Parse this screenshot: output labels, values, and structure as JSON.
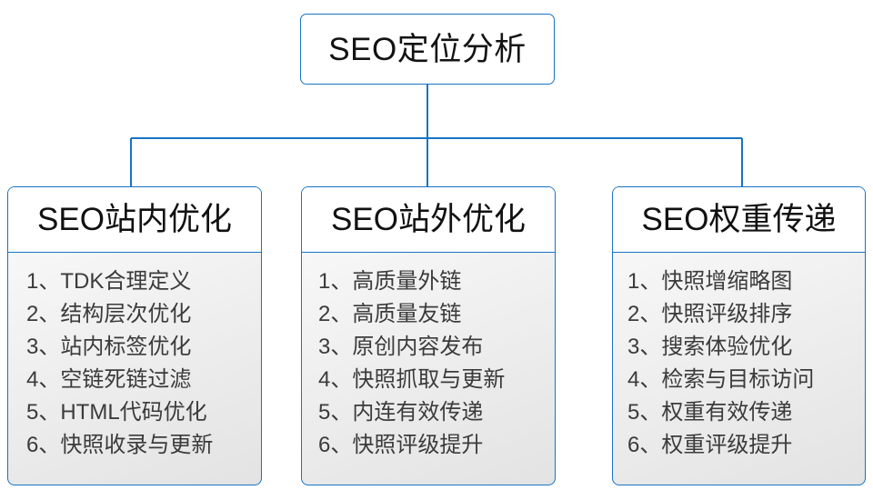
{
  "diagram": {
    "title_node": {
      "label": "SEO定位分析"
    },
    "accent_color": "#1874c4",
    "text_color": "#131313",
    "list_text_color": "#3b3b3b",
    "branches": [
      {
        "title": "SEO站内优化",
        "items": [
          "1、TDK合理定义",
          "2、结构层次优化",
          "3、站内标签优化",
          "4、空链死链过滤",
          "5、HTML代码优化",
          "6、快照收录与更新"
        ]
      },
      {
        "title": "SEO站外优化",
        "items": [
          "1、高质量外链",
          "2、高质量友链",
          "3、原创内容发布",
          "4、快照抓取与更新",
          "5、内连有效传递",
          "6、快照评级提升"
        ]
      },
      {
        "title": "SEO权重传递",
        "items": [
          "1、快照增缩略图",
          "2、快照评级排序",
          "3、搜索体验优化",
          "4、检索与目标访问",
          "5、权重有效传递",
          "6、权重评级提升"
        ]
      }
    ]
  }
}
